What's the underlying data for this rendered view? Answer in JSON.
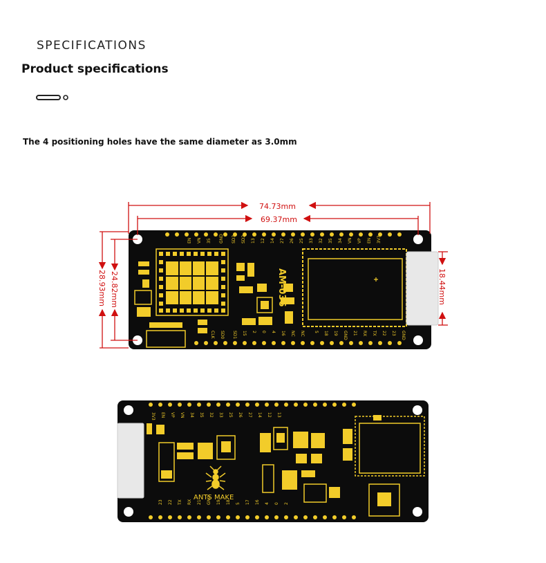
{
  "header": {
    "section_title": "SPECIFICATIONS",
    "subtitle": "Product specifications"
  },
  "note": "The 4 positioning holes have the same diameter as 3.0mm",
  "dimensions": {
    "overall_length": "74.73mm",
    "hole_spacing_length": "69.37mm",
    "overall_width": "28.93mm",
    "hole_spacing_width": "24.82mm",
    "connector_width": "18.44mm"
  },
  "board_top": {
    "model_label": "AM-036"
  },
  "board_bottom": {
    "brand_label": "ANTS MAKE"
  },
  "colors": {
    "dimension": "#d01010",
    "pcb": "#0c0c0c",
    "silkscreen": "#f2cc2a",
    "connector": "#e8e8e8"
  }
}
